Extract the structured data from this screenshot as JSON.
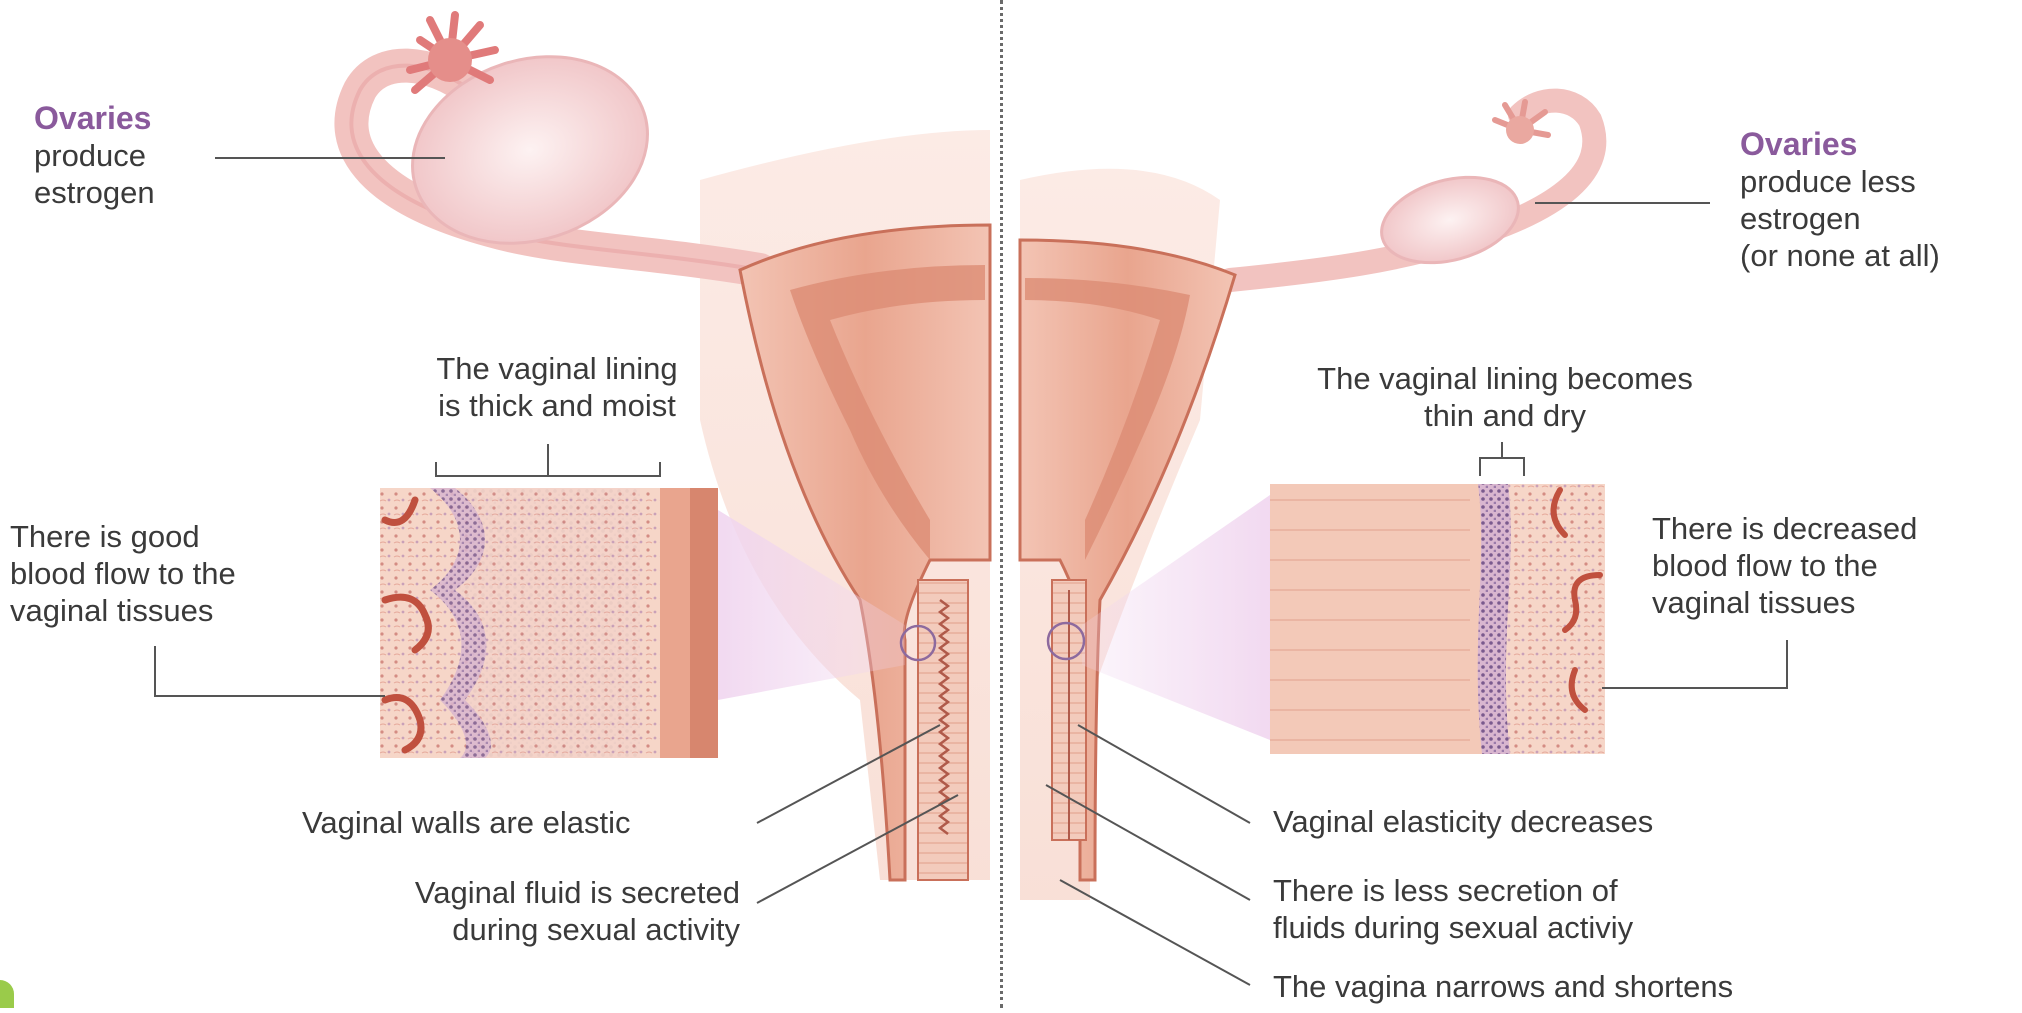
{
  "colors": {
    "tissue_light": "#f6cfc3",
    "tissue_mid": "#e9a58e",
    "tissue_dark": "#c9705a",
    "lining_purple": "#8d6a9e",
    "vessel_red": "#c0503e",
    "label_purple": "#8a5a9c",
    "text": "#3a3a3a",
    "leader": "#555555"
  },
  "left": {
    "ovaries_title": "Ovaries",
    "ovaries_text": [
      "produce",
      "estrogen"
    ],
    "lining_text": [
      "The vaginal lining",
      "is thick and moist"
    ],
    "blood_text": [
      "There is good",
      "blood flow to the",
      "vaginal tissues"
    ],
    "walls_text": "Vaginal walls are elastic",
    "fluid_text": [
      "Vaginal fluid is secreted",
      "during sexual activity"
    ]
  },
  "right": {
    "ovaries_title": "Ovaries",
    "ovaries_text": [
      "produce less",
      "estrogen",
      "(or none at all)"
    ],
    "lining_text": [
      "The vaginal lining becomes",
      "thin and dry"
    ],
    "blood_text": [
      "There is decreased",
      "blood flow to the",
      "vaginal tissues"
    ],
    "elasticity_text": "Vaginal elasticity decreases",
    "secretion_text": [
      "There is less secretion of",
      "fluids during sexual activiy"
    ],
    "narrow_text": "The vagina narrows and shortens"
  }
}
